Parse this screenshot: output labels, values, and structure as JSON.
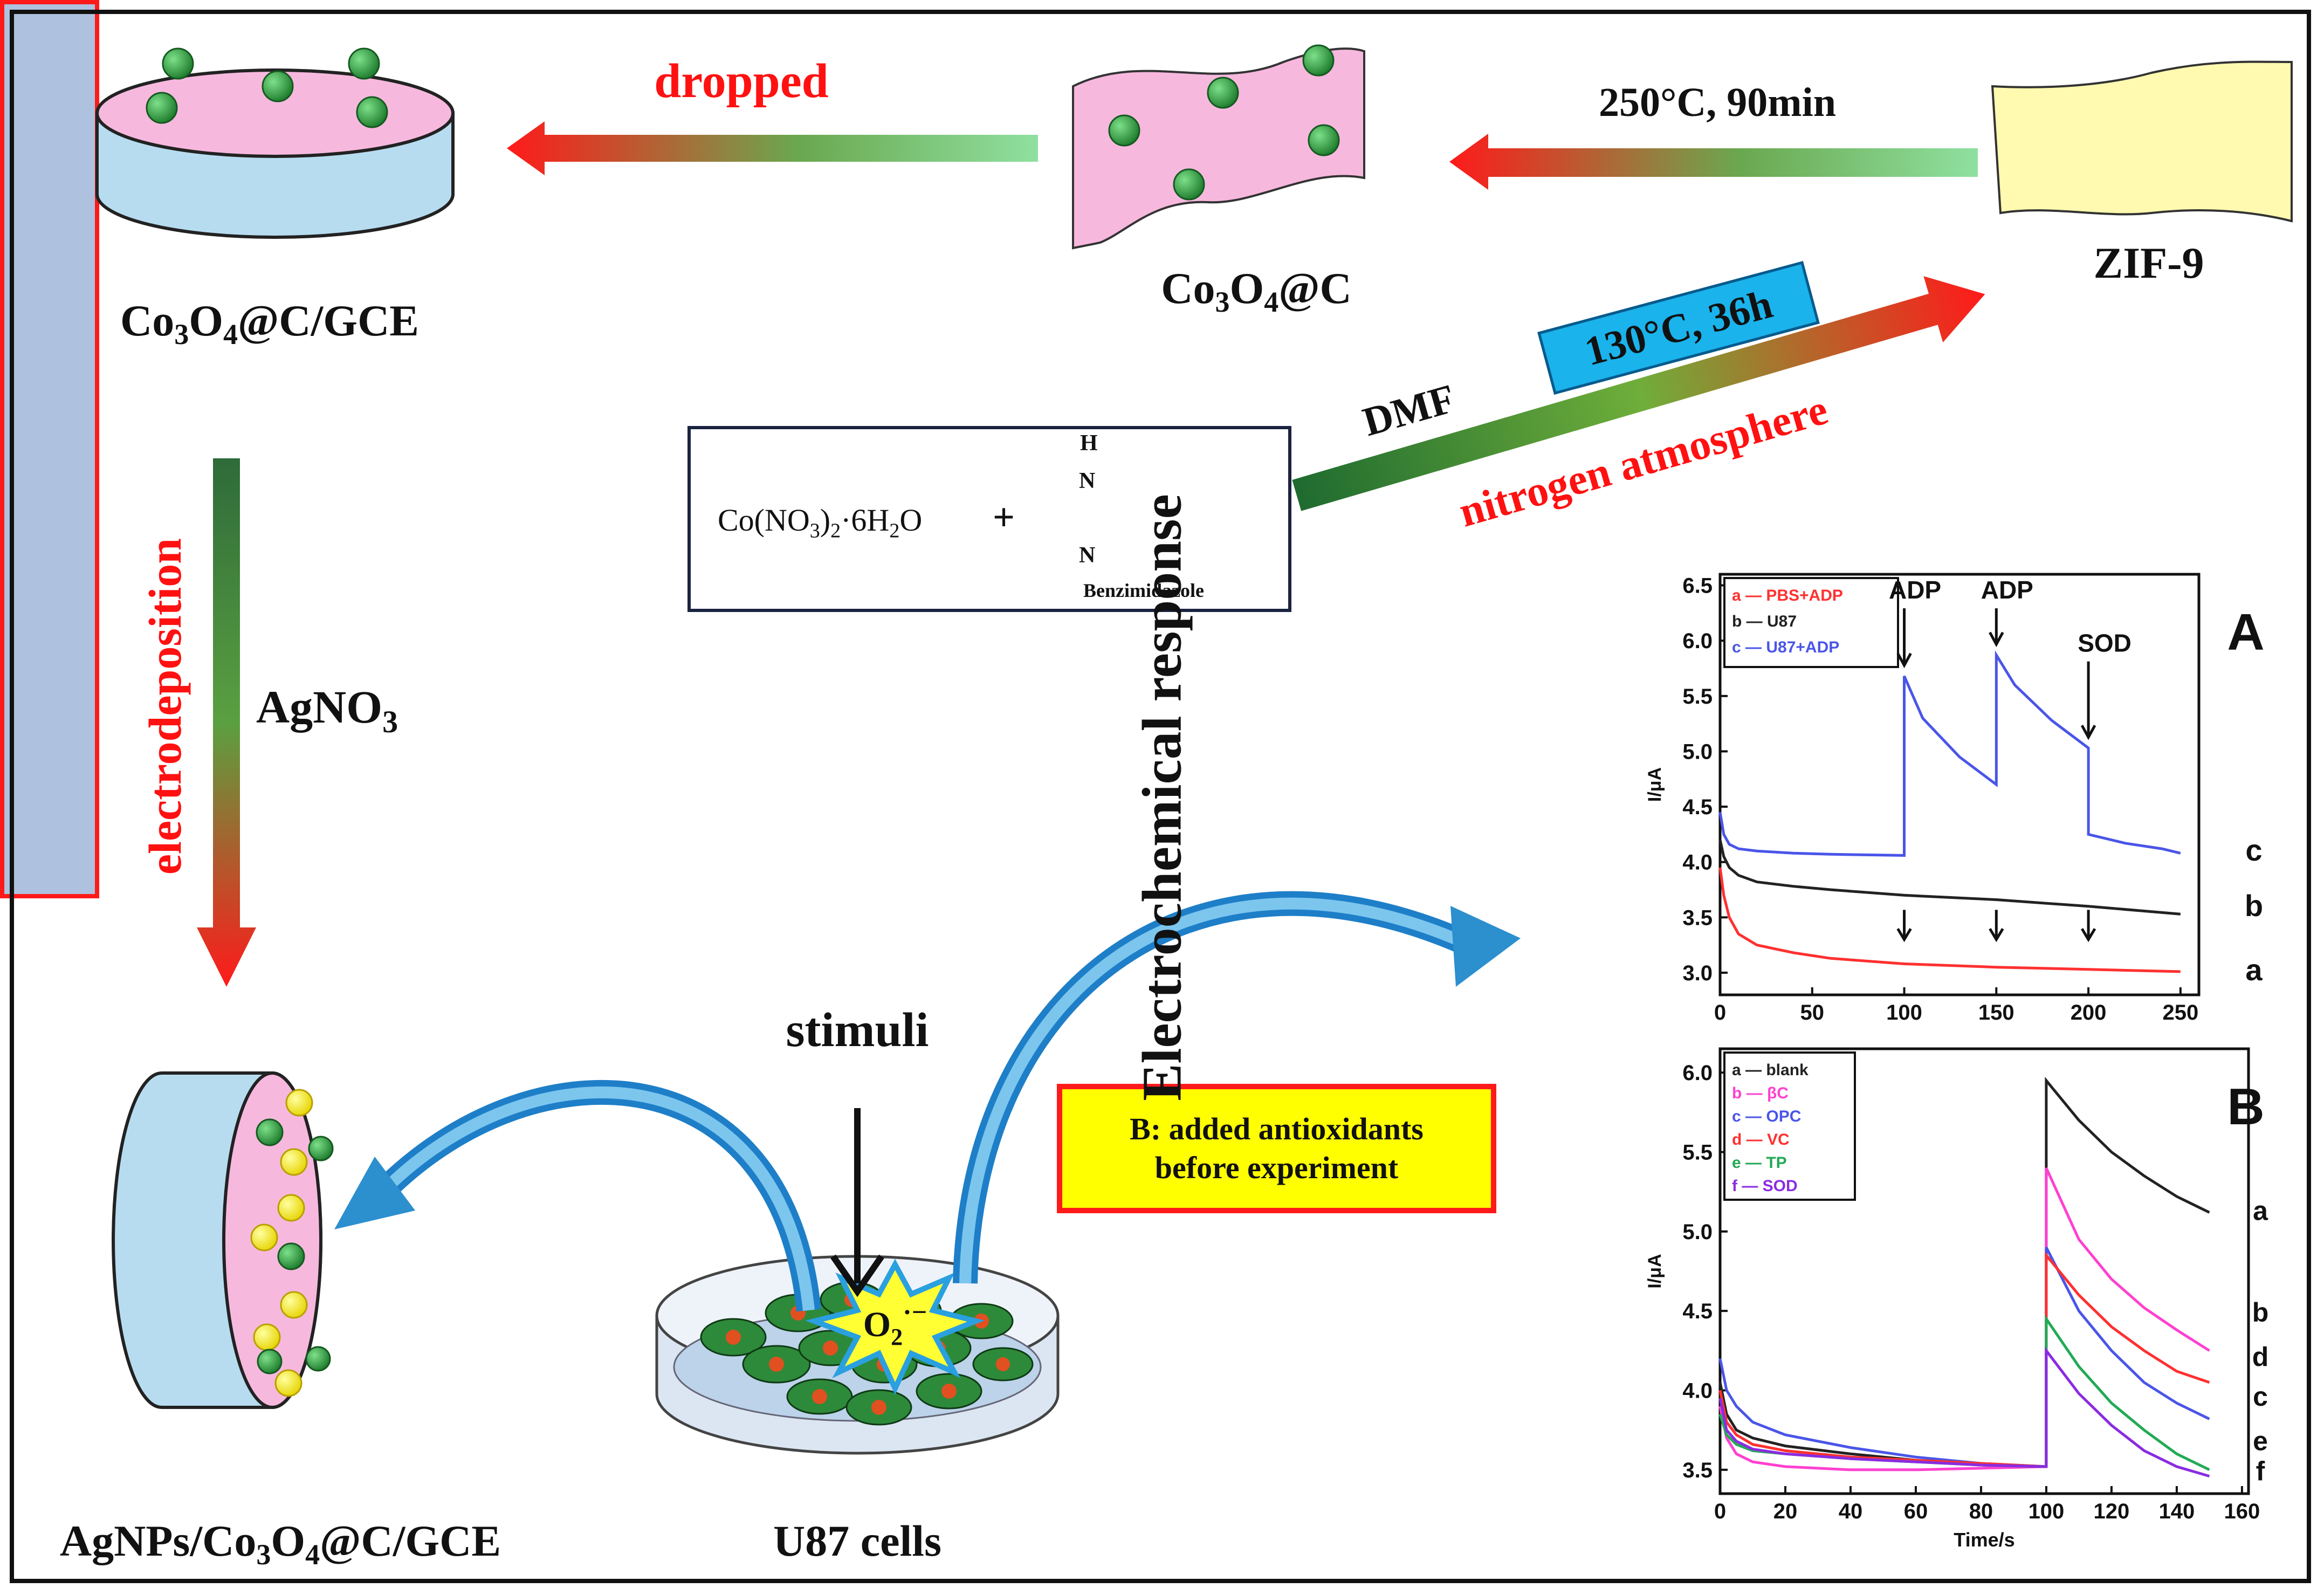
{
  "labels": {
    "dropped": "dropped",
    "temp1": "250°C, 90min",
    "co3o4c": "Co3O4@C",
    "gce": "Co3O4@C/GCE",
    "zif9": "ZIF-9",
    "dmf": "DMF",
    "temp2": "130°C, 36h",
    "nitrogen": "nitrogen atmosphere",
    "electrodeposition": "electrodeposition",
    "agno3": "AgNO3",
    "reagent": "Co(NO3)2·6H2O",
    "plus": "+",
    "benzimidazole": "Benzimidazole",
    "benz_h": "H",
    "benz_n1": "N",
    "benz_n2": "N",
    "stimuli": "stimuli",
    "superoxide": "O2·−",
    "antioxidants": "B: added antioxidants\nbefore experiment",
    "agnps": "AgNPs/Co3O4@C/GCE",
    "u87": "U87 cells",
    "echem": "Electrochemical  response"
  },
  "colors": {
    "arrow_red": "#ff1a1a",
    "arrow_green": "#2e8b3e",
    "disc_pink": "#f7b8de",
    "disc_blue": "#b7dcef",
    "zif_yellow": "#fffab0",
    "particle_green": "#2a9a3a",
    "particle_yellow": "#ffee00",
    "curved_arrow_blue": "#2c8fce"
  },
  "chart_data": [
    {
      "panel": "A",
      "type": "line",
      "xlabel": "",
      "ylabel": "I/μA",
      "xlim": [
        0,
        260
      ],
      "ylim": [
        2.8,
        6.6
      ],
      "xticks": [
        0,
        50,
        100,
        150,
        200,
        250
      ],
      "yticks": [
        3.0,
        3.5,
        4.0,
        4.5,
        5.0,
        5.5,
        6.0,
        6.5
      ],
      "legend": [
        "a — PBS+ADP",
        "b — U87",
        "c — U87+ADP"
      ],
      "series": [
        {
          "name": "a",
          "color": "#ff3030",
          "x": [
            0,
            2,
            5,
            10,
            20,
            40,
            60,
            100,
            150,
            200,
            250
          ],
          "y": [
            3.95,
            3.7,
            3.5,
            3.35,
            3.25,
            3.18,
            3.13,
            3.08,
            3.05,
            3.03,
            3.01
          ]
        },
        {
          "name": "b",
          "color": "#222222",
          "x": [
            0,
            2,
            5,
            10,
            20,
            40,
            60,
            100,
            150,
            200,
            250
          ],
          "y": [
            4.2,
            4.05,
            3.95,
            3.88,
            3.82,
            3.78,
            3.75,
            3.7,
            3.66,
            3.6,
            3.53
          ]
        },
        {
          "name": "c",
          "color": "#4a55e8",
          "x": [
            0,
            2,
            5,
            10,
            20,
            40,
            60,
            100,
            100,
            110,
            130,
            150,
            150,
            160,
            180,
            200,
            200,
            220,
            240,
            250
          ],
          "y": [
            4.45,
            4.25,
            4.16,
            4.12,
            4.1,
            4.08,
            4.07,
            4.06,
            5.68,
            5.3,
            4.95,
            4.7,
            5.87,
            5.6,
            5.28,
            5.03,
            4.25,
            4.17,
            4.12,
            4.08
          ]
        }
      ],
      "annotations": [
        {
          "text": "ADP",
          "x": 100
        },
        {
          "text": "ADP",
          "x": 150
        },
        {
          "text": "SOD",
          "x": 200
        }
      ],
      "curve_labels": [
        "c",
        "b",
        "a"
      ]
    },
    {
      "panel": "B",
      "type": "line",
      "xlabel": "Time/s",
      "ylabel": "I/μA",
      "xlim": [
        0,
        162
      ],
      "ylim": [
        3.35,
        6.15
      ],
      "xticks": [
        0,
        20,
        40,
        60,
        80,
        100,
        120,
        140,
        160
      ],
      "yticks": [
        3.5,
        4.0,
        4.5,
        5.0,
        5.5,
        6.0
      ],
      "legend": [
        "a — blank",
        "b — βC",
        "c — OPC",
        "d — VC",
        "e — TP",
        "f — SOD"
      ],
      "series": [
        {
          "name": "a",
          "color": "#222222",
          "x": [
            0,
            2,
            5,
            10,
            20,
            40,
            60,
            80,
            100,
            100,
            110,
            120,
            130,
            140,
            150
          ],
          "y": [
            4.05,
            3.85,
            3.75,
            3.7,
            3.65,
            3.6,
            3.56,
            3.53,
            3.52,
            5.95,
            5.7,
            5.5,
            5.35,
            5.22,
            5.12
          ]
        },
        {
          "name": "b",
          "color": "#ff40d0",
          "x": [
            0,
            2,
            5,
            10,
            20,
            40,
            60,
            80,
            100,
            100,
            110,
            120,
            130,
            140,
            150
          ],
          "y": [
            3.9,
            3.7,
            3.6,
            3.55,
            3.52,
            3.5,
            3.5,
            3.51,
            3.52,
            5.4,
            4.95,
            4.7,
            4.52,
            4.38,
            4.25
          ]
        },
        {
          "name": "c",
          "color": "#4a55e8",
          "x": [
            0,
            2,
            5,
            10,
            20,
            40,
            60,
            80,
            100,
            100,
            110,
            120,
            130,
            140,
            150
          ],
          "y": [
            4.2,
            4.0,
            3.9,
            3.8,
            3.72,
            3.64,
            3.58,
            3.54,
            3.52,
            4.9,
            4.5,
            4.25,
            4.05,
            3.92,
            3.82
          ]
        },
        {
          "name": "d",
          "color": "#ff3030",
          "x": [
            0,
            2,
            5,
            10,
            20,
            40,
            60,
            80,
            100,
            100,
            110,
            120,
            130,
            140,
            150
          ],
          "y": [
            4.0,
            3.8,
            3.72,
            3.66,
            3.62,
            3.58,
            3.56,
            3.54,
            3.52,
            4.85,
            4.6,
            4.4,
            4.25,
            4.12,
            4.05
          ]
        },
        {
          "name": "e",
          "color": "#22aa55",
          "x": [
            0,
            2,
            5,
            10,
            20,
            40,
            60,
            80,
            100,
            100,
            110,
            120,
            130,
            140,
            150
          ],
          "y": [
            3.85,
            3.72,
            3.66,
            3.62,
            3.6,
            3.57,
            3.55,
            3.53,
            3.52,
            4.45,
            4.15,
            3.92,
            3.75,
            3.6,
            3.5
          ]
        },
        {
          "name": "f",
          "color": "#8a2be2",
          "x": [
            0,
            2,
            5,
            10,
            20,
            40,
            60,
            80,
            100,
            100,
            110,
            120,
            130,
            140,
            150
          ],
          "y": [
            3.95,
            3.75,
            3.68,
            3.63,
            3.6,
            3.57,
            3.55,
            3.53,
            3.52,
            4.25,
            3.98,
            3.78,
            3.62,
            3.52,
            3.46
          ]
        }
      ],
      "curve_labels": [
        "a",
        "b",
        "d",
        "c",
        "e",
        "f"
      ]
    }
  ]
}
